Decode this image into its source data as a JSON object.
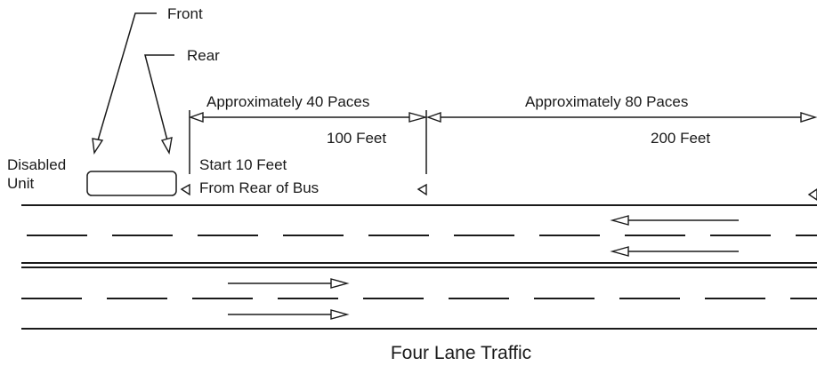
{
  "labels": {
    "front": "Front",
    "rear": "Rear",
    "disabled_line1": "Disabled",
    "disabled_line2": "Unit",
    "approx_40": "Approximately 40 Paces",
    "approx_80": "Approximately 80 Paces",
    "feet_100": "100 Feet",
    "feet_200": "200 Feet",
    "start_line1": "Start 10 Feet",
    "start_line2": "From Rear of Bus",
    "caption": "Four Lane Traffic"
  },
  "colors": {
    "ink": "#1a1a1a",
    "background": "#ffffff"
  }
}
